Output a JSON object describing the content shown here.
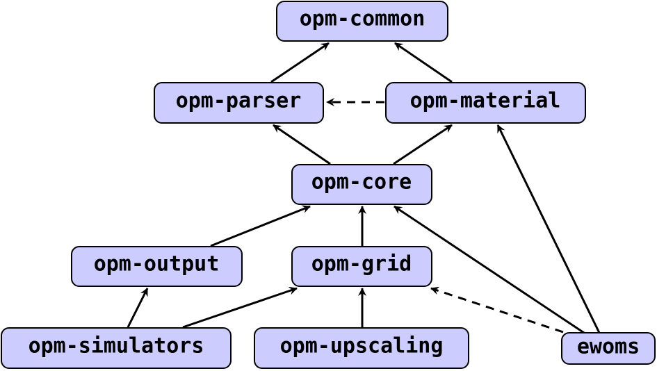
{
  "nodes": [
    {
      "id": "opm-common",
      "label": "opm-common"
    },
    {
      "id": "opm-parser",
      "label": "opm-parser"
    },
    {
      "id": "opm-material",
      "label": "opm-material"
    },
    {
      "id": "opm-core",
      "label": "opm-core"
    },
    {
      "id": "opm-output",
      "label": "opm-output"
    },
    {
      "id": "opm-grid",
      "label": "opm-grid"
    },
    {
      "id": "opm-simulators",
      "label": "opm-simulators"
    },
    {
      "id": "opm-upscaling",
      "label": "opm-upscaling"
    },
    {
      "id": "ewoms",
      "label": "ewoms"
    }
  ],
  "edges": [
    {
      "from": "opm-parser",
      "to": "opm-common",
      "style": "solid"
    },
    {
      "from": "opm-material",
      "to": "opm-common",
      "style": "solid"
    },
    {
      "from": "opm-material",
      "to": "opm-parser",
      "style": "dashed"
    },
    {
      "from": "opm-core",
      "to": "opm-parser",
      "style": "solid"
    },
    {
      "from": "opm-core",
      "to": "opm-material",
      "style": "solid"
    },
    {
      "from": "opm-output",
      "to": "opm-core",
      "style": "solid"
    },
    {
      "from": "opm-grid",
      "to": "opm-core",
      "style": "solid"
    },
    {
      "from": "ewoms",
      "to": "opm-core",
      "style": "solid"
    },
    {
      "from": "ewoms",
      "to": "opm-material",
      "style": "solid"
    },
    {
      "from": "ewoms",
      "to": "opm-grid",
      "style": "dashed"
    },
    {
      "from": "opm-simulators",
      "to": "opm-output",
      "style": "solid"
    },
    {
      "from": "opm-simulators",
      "to": "opm-grid",
      "style": "solid"
    },
    {
      "from": "opm-upscaling",
      "to": "opm-grid",
      "style": "solid"
    }
  ],
  "colors": {
    "node_fill": "#ccccff",
    "stroke": "#000000"
  }
}
